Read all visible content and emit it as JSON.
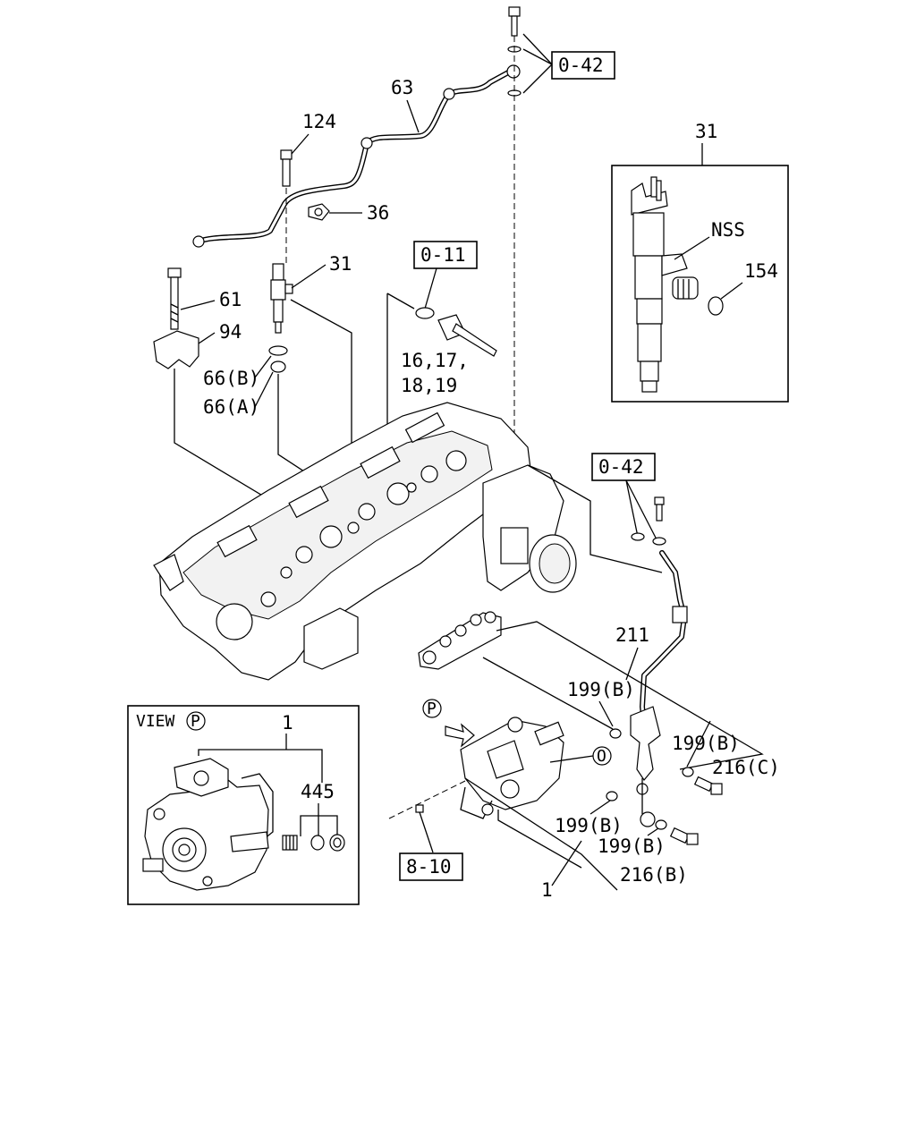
{
  "labels": {
    "ref_042_top": "0-42",
    "p63": "63",
    "p124": "124",
    "p36": "36",
    "p31": "31",
    "ref_011": "0-11",
    "p61": "61",
    "p94": "94",
    "p66b": "66(B)",
    "p66a": "66(A)",
    "p16_17": "16,17,",
    "p18_19": "18,19",
    "p31_detail": "31",
    "nss": "NSS",
    "p154": "154",
    "ref_042_mid": "0-42",
    "p211": "211",
    "p199b_1": "199(B)",
    "p199b_2": "199(B)",
    "p216c": "216(C)",
    "p199b_3": "199(B)",
    "p199b_4": "199(B)",
    "p216b": "216(B)",
    "p1": "1",
    "ref_810": "8-10",
    "view_p": "P",
    "circle_o": "O",
    "view_title": "VIEW",
    "view_p_circle": "P",
    "view_p1": "1",
    "p445": "445"
  }
}
